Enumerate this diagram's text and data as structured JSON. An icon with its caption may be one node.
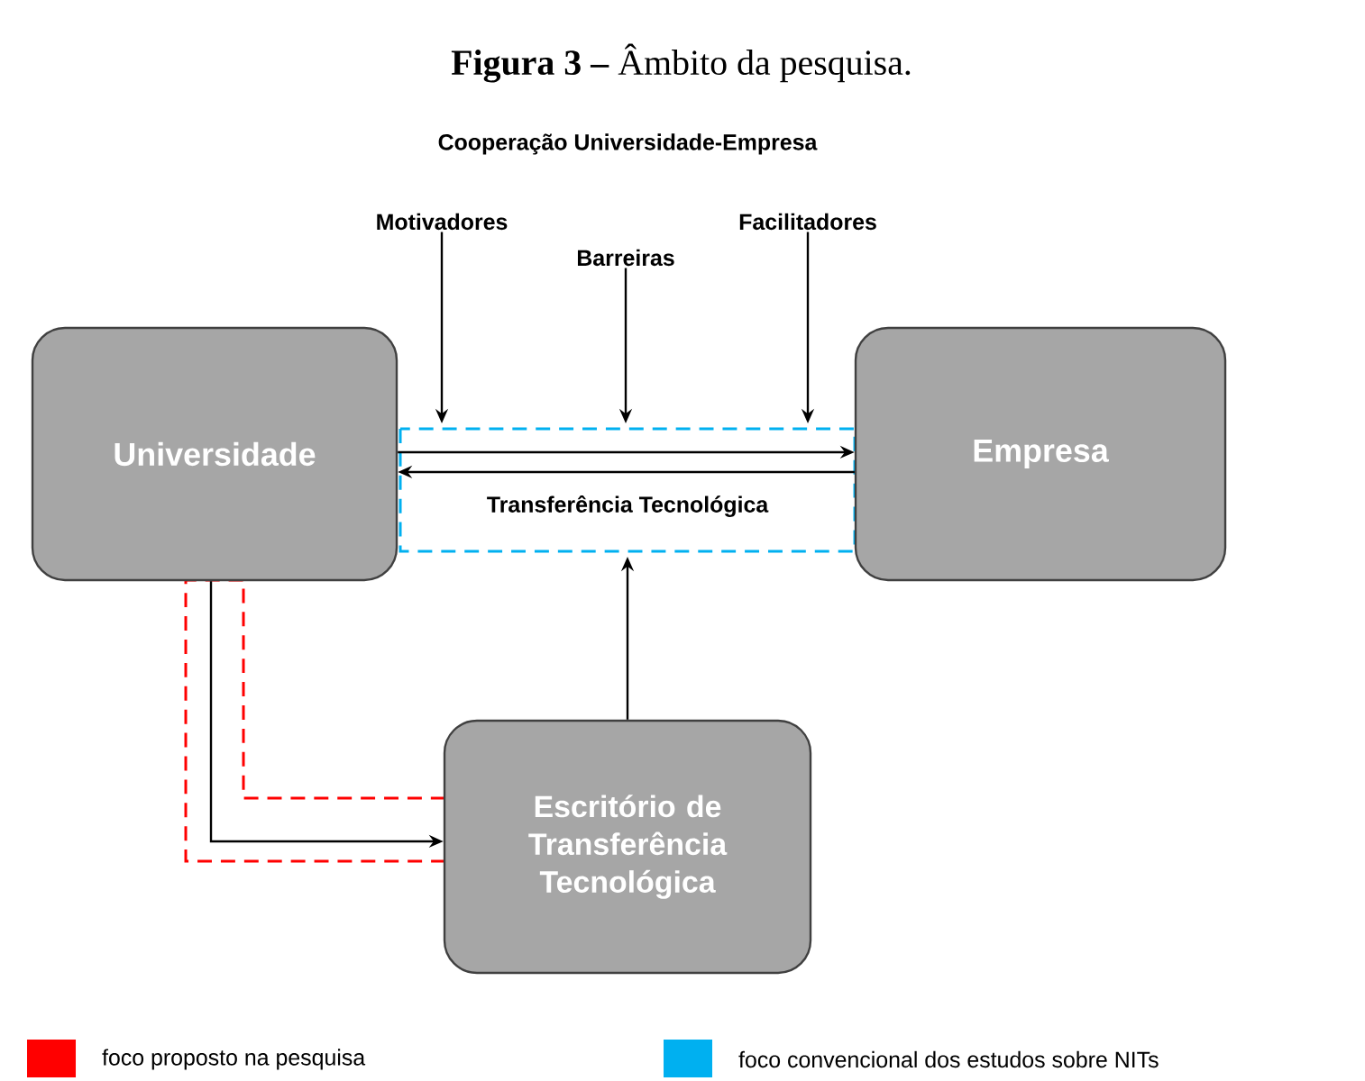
{
  "diagram": {
    "title": "**Figura 3 –** Âmbito da pesquisa.",
    "nodes": [
      {
        "text": [
          "Motivadores"
        ]
      },
      {
        "text": [
          "Barreiras"
        ]
      },
      {
        "text": [
          "Facilitadores"
        ]
      },
      {
        "text": [
          "Universidade"
        ]
      },
      {
        "text": [
          "Empresa"
        ]
      },
      {
        "text": [
          "Escritório de Transferência Tecnológica"
        ]
      }
    ],
    "edges": [
      {
        "from": 0,
        "to": null,
        "arrow": "to"
      },
      {
        "from": 1,
        "to": null,
        "arrow": "to"
      },
      {
        "from": 2,
        "to": null,
        "arrow": "to"
      },
      {
        "from": 3,
        "to": 4,
        "arrow": "to"
      },
      {
        "from": 4,
        "to": 3,
        "arrow": "to",
        "label": "Transferência Tecnológica"
      },
      {
        "from": 5,
        "to": null,
        "arrow": "to"
      },
      {
        "from": 3,
        "to": 5,
        "arrow": "to"
      }
    ],
    "labels": [
      "Cooperação Universidade-Empresa"
    ],
    "legend": [
      {
        "text": "foco proposto na pesquisa",
        "color": "#ff0000"
      },
      {
        "text": "foco convencional dos estudos sobre NITs",
        "color": "#00b0f0"
      }
    ]
  }
}
